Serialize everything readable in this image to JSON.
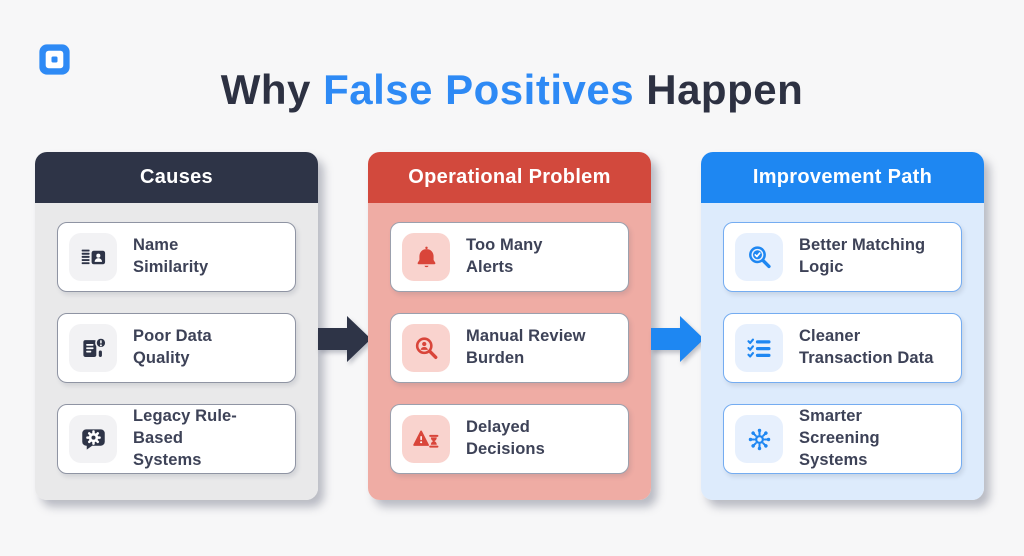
{
  "page": {
    "background": "#f7f7f8"
  },
  "logo": {
    "icon": "square-logo-icon",
    "color": "#2e8af5"
  },
  "title": {
    "pre": "Why ",
    "highlight": "False Positives",
    "post": " Happen",
    "text_color": "#2d3142",
    "highlight_color": "#2e8af5"
  },
  "columns": [
    {
      "header": "Causes",
      "theme": {
        "header_bg": "#2e3447",
        "body_bg": "#e9e9ea",
        "tile_bg": "#f2f2f4",
        "icon_color": "#2e3447"
      },
      "items": [
        {
          "icon": "contact-card-icon",
          "line1": "Name",
          "line2": "Similarity"
        },
        {
          "icon": "document-alert-icon",
          "line1": "Poor Data",
          "line2": "Quality"
        },
        {
          "icon": "chat-gear-icon",
          "line1": "Legacy Rule-Based",
          "line2": "Systems"
        }
      ]
    },
    {
      "header": "Operational Problem",
      "theme": {
        "header_bg": "#d2493d",
        "body_bg": "#efaca4",
        "tile_bg": "#f9d3ce",
        "icon_color": "#d9453a"
      },
      "items": [
        {
          "icon": "bell-icon",
          "line1": "Too Many",
          "line2": "Alerts"
        },
        {
          "icon": "search-user-icon",
          "line1": "Manual Review",
          "line2": "Burden"
        },
        {
          "icon": "warning-hourglass-icon",
          "line1": "Delayed",
          "line2": "Decisions"
        }
      ]
    },
    {
      "header": "Improvement Path",
      "theme": {
        "header_bg": "#1e87f2",
        "body_bg": "#ddebfc",
        "tile_bg": "#e7f0fd",
        "icon_color": "#1e87f2"
      },
      "items": [
        {
          "icon": "search-check-icon",
          "line1": "Better Matching",
          "line2": "Logic"
        },
        {
          "icon": "checklist-icon",
          "line1": "Cleaner",
          "line2": "Transaction Data"
        },
        {
          "icon": "network-icon",
          "line1": "Smarter",
          "line2": "Screening Systems"
        }
      ]
    }
  ],
  "arrows": [
    {
      "icon": "arrow-right-icon",
      "color": "#2e3447"
    },
    {
      "icon": "arrow-right-icon",
      "color": "#1e87f2"
    }
  ]
}
